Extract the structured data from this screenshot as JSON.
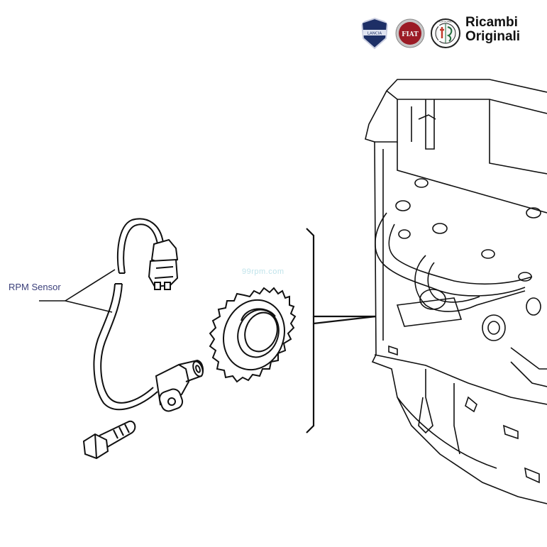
{
  "brand": {
    "badges": [
      "LANCIA",
      "FIAT",
      "ALFA ROMEO"
    ],
    "line1": "Ricambi",
    "line2": "Originali"
  },
  "callout": {
    "label": "RPM Sensor"
  },
  "watermark": {
    "text": "99rpm.com"
  },
  "colors": {
    "line": "#111111",
    "label": "#3a3f7a",
    "watermark": "#bfe3ea",
    "fiat_red": "#9b1b25",
    "lancia_blue": "#1d2f66"
  }
}
